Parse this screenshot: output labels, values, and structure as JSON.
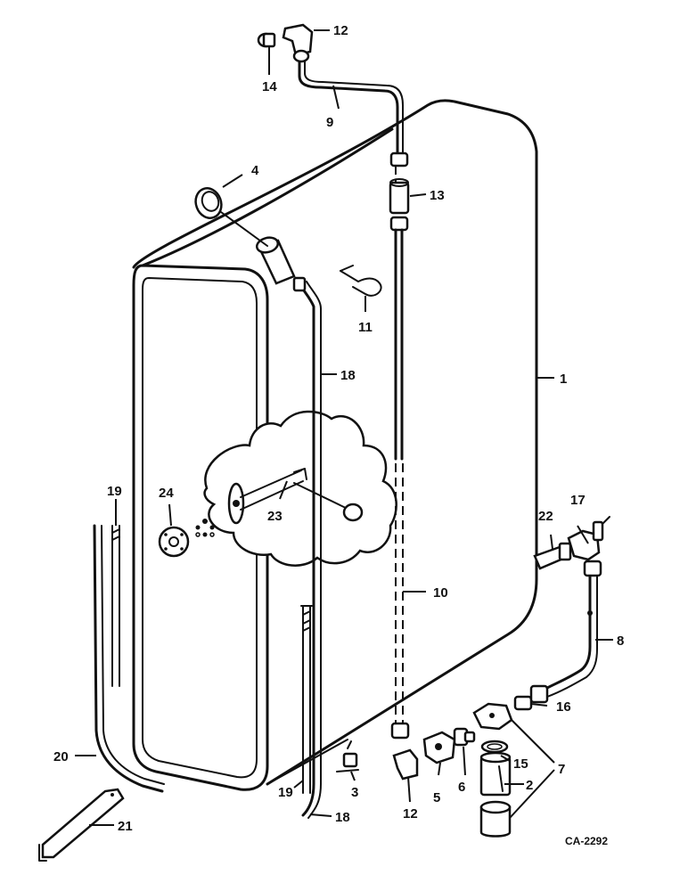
{
  "diagram": {
    "reference_code": "CA-2292",
    "callouts": {
      "c1": "1",
      "c2": "2",
      "c3": "3",
      "c4": "4",
      "c5": "5",
      "c6": "6",
      "c7": "7",
      "c8": "8",
      "c9": "9",
      "c10": "10",
      "c11": "11",
      "c12a": "12",
      "c12b": "12",
      "c13": "13",
      "c14": "14",
      "c15": "15",
      "c16": "16",
      "c17": "17",
      "c18a": "18",
      "c18b": "18",
      "c19a": "19",
      "c19b": "19",
      "c20": "20",
      "c21": "21",
      "c22": "22",
      "c23": "23",
      "c24": "24"
    }
  }
}
